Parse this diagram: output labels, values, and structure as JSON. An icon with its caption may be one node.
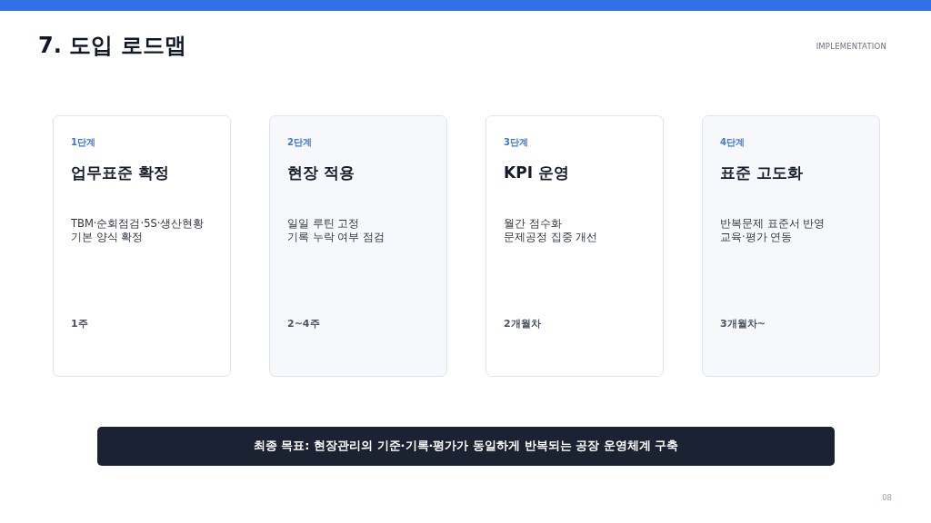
{
  "diagram": {
    "title": "7. 도입 로드맵",
    "nodes": [
      {
        "text": [
          "1단계",
          "업무표준 확정",
          "TBM·순회점검·5S·생산현황",
          "기본 양식 확정",
          "1주"
        ]
      },
      {
        "text": [
          "2단계",
          "현장 적용",
          "일일 루틴 고정",
          "기록 누락 여부 점검",
          "2~4주"
        ]
      },
      {
        "text": [
          "3단계",
          "KPI 운영",
          "월간 점수화",
          "문제공정 집중 개선",
          "2개월차"
        ]
      },
      {
        "text": [
          "4단계",
          "표준 고도화",
          "반복문제 표준서 반영",
          "교육·평가 연동",
          "3개월차~"
        ]
      },
      {
        "text": [
          "최종 목표: 현장관리의 기준·기록·평가가 동일하게 반복되는 공장 운영체계 구축"
        ]
      }
    ],
    "labels": [
      "IMPLEMENTATION",
      "08"
    ]
  }
}
